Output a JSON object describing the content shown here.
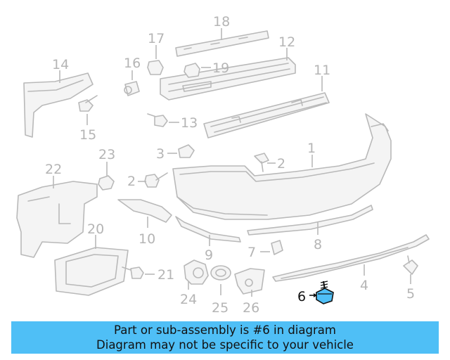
{
  "diagram": {
    "callouts": [
      "1",
      "2",
      "2",
      "3",
      "4",
      "5",
      "6",
      "7",
      "8",
      "9",
      "10",
      "11",
      "12",
      "13",
      "14",
      "15",
      "16",
      "17",
      "18",
      "19",
      "20",
      "21",
      "22",
      "23",
      "24",
      "25",
      "26"
    ],
    "highlight": "6",
    "colors": {
      "part_line": "#b9b9b9",
      "label": "#b5b5b5",
      "highlight_part": "#4fbff6",
      "highlight_label": "#111111"
    }
  },
  "banner": {
    "line1": "Part or sub-assembly is #6 in diagram",
    "line2": "Diagram may not be specific to your vehicle",
    "color": "#4fbff6"
  }
}
